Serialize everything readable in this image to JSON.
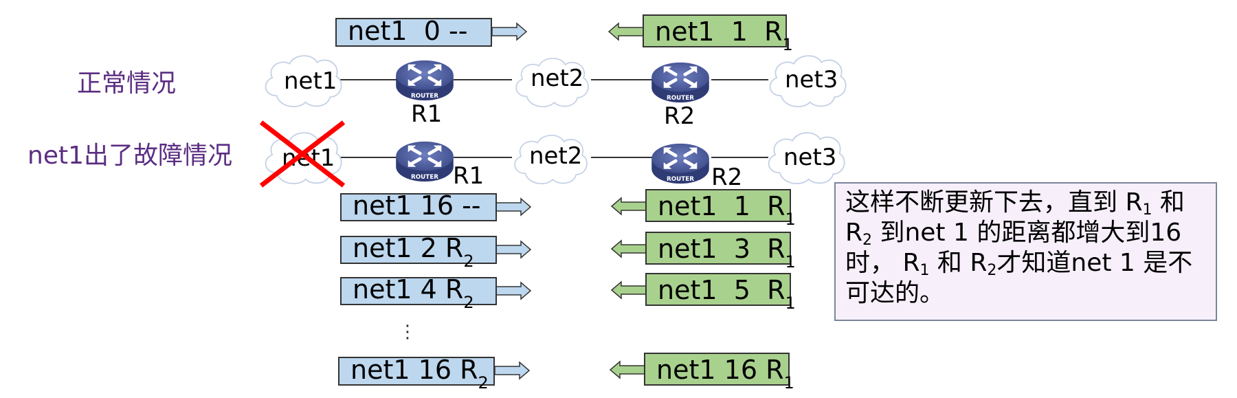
{
  "labels": {
    "normal": "正常情况",
    "fault": "net1出了故障情况"
  },
  "topology": {
    "normal_row": {
      "nodes": [
        "net1",
        "net2",
        "net3"
      ],
      "routers": [
        "R1",
        "R2"
      ]
    },
    "fault_row": {
      "nodes": [
        "net1",
        "net2",
        "net3"
      ],
      "routers": [
        "R1",
        "R2"
      ],
      "failed_node": "net1"
    },
    "router_badge": "ROUTER"
  },
  "normal_updates": {
    "r1_sends": {
      "net": "net1",
      "dist": "0",
      "next": "--",
      "sub": ""
    },
    "r2_sends": {
      "net": "net1",
      "dist": "1",
      "next": "R",
      "sub": "1"
    }
  },
  "fault_updates": {
    "r1_sends": [
      {
        "net": "net1",
        "dist": "16",
        "next": "--",
        "sub": ""
      },
      {
        "net": "net1",
        "dist": "2",
        "next": "R",
        "sub": "2"
      },
      {
        "net": "net1",
        "dist": "4",
        "next": "R",
        "sub": "2"
      },
      {
        "net": "net1",
        "dist": "16",
        "next": "R",
        "sub": "2"
      }
    ],
    "r2_sends": [
      {
        "net": "net1",
        "dist": "1",
        "next": "R",
        "sub": "1"
      },
      {
        "net": "net1",
        "dist": "3",
        "next": "R",
        "sub": "1"
      },
      {
        "net": "net1",
        "dist": "5",
        "next": "R",
        "sub": "1"
      },
      {
        "net": "net1",
        "dist": "16",
        "next": "R",
        "sub": "1"
      }
    ],
    "ellipsis": "⋮"
  },
  "note": {
    "line1_a": "这样不断更新下去，直到 R",
    "line1_sub": "1",
    "line1_b": " 和",
    "line2_a": "R",
    "line2_sub": "2",
    "line2_b": " 到net 1 的距离都增大到16",
    "line3_a": "时， R",
    "line3_sub1": "1",
    "line3_b": " 和 R",
    "line3_sub2": "2",
    "line3_c": "才知道net 1 是不",
    "line4": "可达的。"
  },
  "colors": {
    "label_purple": "#5b2d82",
    "r1_box": "#bdd7ee",
    "r2_box": "#a9d18e",
    "router": "#4a5a9a",
    "fault_cross": "#ff0000",
    "note_bg": "#f7f0fb"
  }
}
